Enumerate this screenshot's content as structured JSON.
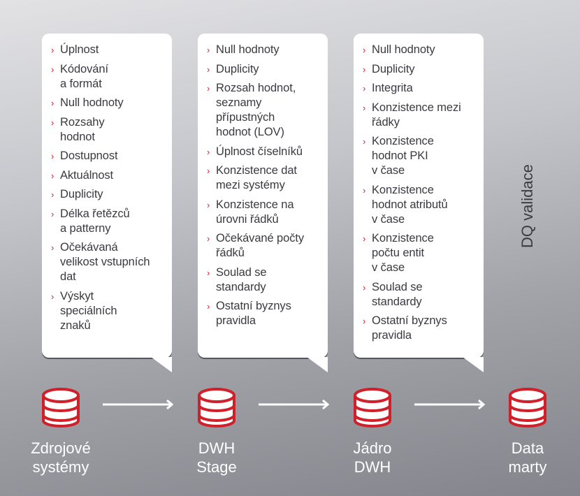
{
  "side_label": "DQ validace",
  "bubbles": [
    {
      "items": [
        "Úplnost",
        "Kódování\na formát",
        "Null hodnoty",
        "Rozsahy\nhodnot",
        "Dostupnost",
        "Aktuálnost",
        "Duplicity",
        "Délka řetězců\na patterny",
        "Očekávaná\nvelikost vstupních\ndat",
        "Výskyt\nspeciálních\nznaků"
      ]
    },
    {
      "items": [
        "Null hodnoty",
        "Duplicity",
        "Rozsah hodnot,\nseznamy\npřípustných\nhodnot (LOV)",
        "Úplnost číselníků",
        "Konzistence dat\nmezi systémy",
        "Konzistence na\núrovni řádků",
        "Očekávané počty\nřádků",
        "Soulad se\nstandardy",
        "Ostatní byznys\npravidla"
      ]
    },
    {
      "items": [
        "Null hodnoty",
        "Duplicity",
        "Integrita",
        "Konzistence mezi\nřádky",
        "Konzistence\nhodnot PKI\nv čase",
        "Konzistence\nhodnot atributů\nv čase",
        "Konzistence\npočtu entit\nv čase",
        "Soulad se\nstandardy",
        "Ostatní byznys\npravidla"
      ]
    }
  ],
  "nodes": [
    {
      "label": "Zdrojové\nsystémy",
      "icon": "database-icon"
    },
    {
      "label": "DWH\nStage",
      "icon": "database-icon"
    },
    {
      "label": "Jádro\nDWH",
      "icon": "database-icon"
    },
    {
      "label": "Data\nmarty",
      "icon": "database-icon"
    }
  ],
  "colors": {
    "accent": "#d0212b",
    "text": "#3a3a40"
  }
}
